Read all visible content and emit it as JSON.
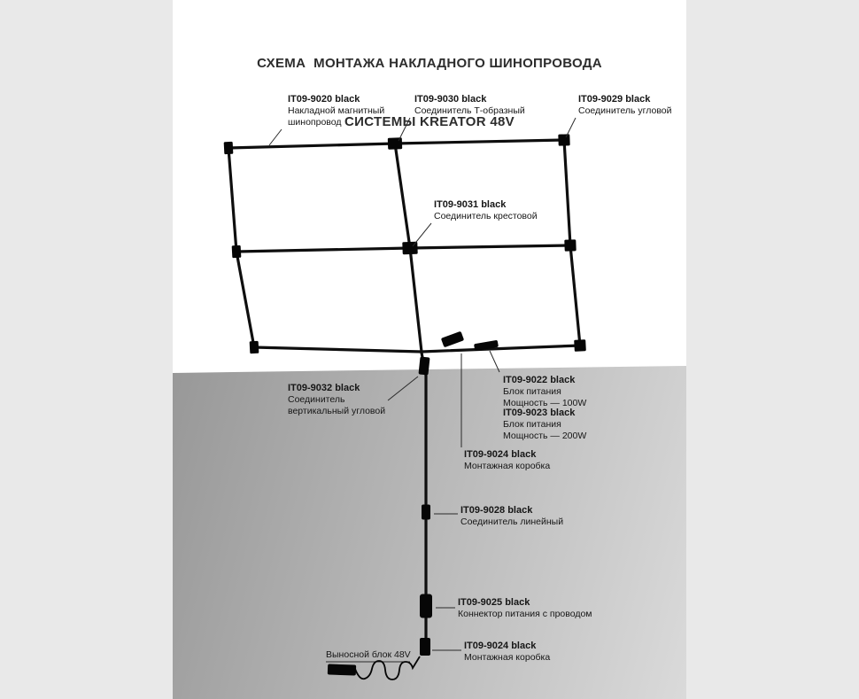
{
  "title": {
    "line1": "СХЕМА  МОНТАЖА НАКЛАДНОГО ШИНОПРОВОДА",
    "line2": "СИСТЕМЫ KREATOR 48V"
  },
  "labels": {
    "l9020": {
      "code": "IT09-9020 black",
      "desc": "Накладной магнитный\nшинопровод"
    },
    "l9030": {
      "code": "IT09-9030 black",
      "desc": "Соединитель Т-образный"
    },
    "l9029": {
      "code": "IT09-9029 black",
      "desc": "Соединитель угловой"
    },
    "l9031": {
      "code": "IT09-9031 black",
      "desc": "Соединитель крестовой"
    },
    "l9032": {
      "code": "IT09-9032 black",
      "desc": "Соединитель\nвертикальный угловой"
    },
    "l9022": {
      "code": "IT09-9022 black",
      "desc": "Блок питания\nМощность — 100W"
    },
    "l9023": {
      "code": "IT09-9023 black",
      "desc": "Блок питания\nМощность — 200W"
    },
    "l9024_top": {
      "code": "IT09-9024 black",
      "desc": "Монтажная коробка"
    },
    "l9028": {
      "code": "IT09-9028 black",
      "desc": "Соединитель линейный"
    },
    "l9025": {
      "code": "IT09-9025 black",
      "desc": "Коннектор питания с проводом"
    },
    "l9024_bottom": {
      "code": "IT09-9024 black",
      "desc": "Монтажная коробка"
    },
    "remote": {
      "label": "Выносной блок 48V"
    }
  },
  "colors": {
    "track": "#0e0e0e",
    "background": "#e9e9e9",
    "wall_dark": "#989898",
    "wall_light": "#dadada"
  }
}
